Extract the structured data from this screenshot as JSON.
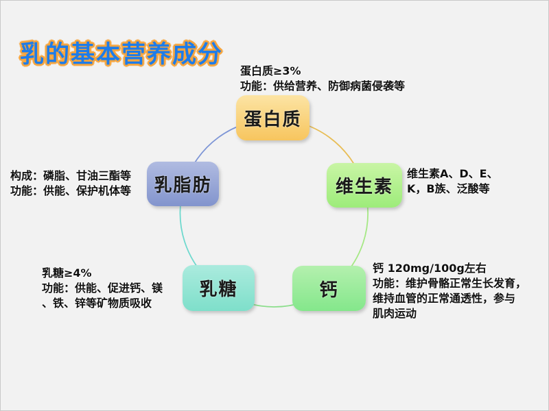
{
  "slide": {
    "title": "乳的基本营养成分",
    "title_color": "#1e7ce9",
    "title_outline_color": "#f5a53f",
    "background_color": "#f2f2f2"
  },
  "diagram": {
    "nodes": [
      {
        "id": "protein",
        "label": "蛋白质",
        "color_top": "#fce4a4",
        "color_bottom": "#f7c55e",
        "note_lines": [
          "蛋白质≥3%",
          "功能：供给营养、防御病菌侵袭等"
        ]
      },
      {
        "id": "vitamin",
        "label": "维生素",
        "color_top": "#c9f5a5",
        "color_bottom": "#9dec7a",
        "note_lines": [
          "维生素A、D、E、",
          "K，B族、泛酸等"
        ]
      },
      {
        "id": "calcium",
        "label": "钙",
        "color_top": "#b4f0ae",
        "color_bottom": "#84e78b",
        "note_lines": [
          "钙 120mg/100g左右",
          "功能：维护骨骼正常生长发育，",
          "维持血管的正常通透性，参与",
          "肌肉运动"
        ]
      },
      {
        "id": "lactose",
        "label": "乳糖",
        "color_top": "#abebde",
        "color_bottom": "#7edfca",
        "note_lines": [
          "乳糖≥4%",
          "功能：供能、促进钙、镁",
          "、铁、锌等矿物质吸收"
        ]
      },
      {
        "id": "milkfat",
        "label": "乳脂肪",
        "color_top": "#b0bbe1",
        "color_bottom": "#8294cd",
        "note_lines": [
          "构成：磷脂、甘油三酯等",
          "功能：供能、保护机体等"
        ]
      }
    ],
    "arcs": [
      {
        "from": "protein",
        "to": "vitamin",
        "color": "#e8bd55"
      },
      {
        "from": "vitamin",
        "to": "calcium",
        "color": "#a5e884"
      },
      {
        "from": "calcium",
        "to": "lactose",
        "color": "#8bde8b"
      },
      {
        "from": "lactose",
        "to": "milkfat",
        "color": "#6fd9ce"
      },
      {
        "from": "milkfat",
        "to": "protein",
        "color": "#7d95d6"
      }
    ]
  }
}
